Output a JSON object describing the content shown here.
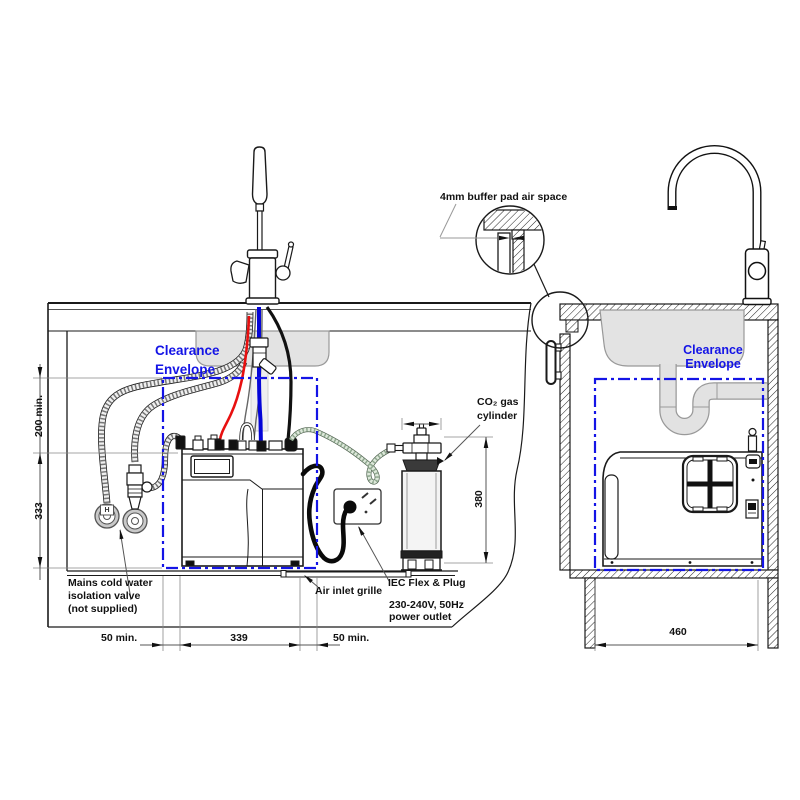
{
  "annotations": {
    "buffer_pad": "4mm buffer pad air space",
    "clearance_front": [
      "Clearance",
      "Envelope"
    ],
    "clearance_side": [
      "Clearance",
      "Envelope"
    ],
    "co2": [
      "CO₂ gas",
      "cylinder"
    ],
    "mains_valve": [
      "Mains cold water",
      "isolation valve",
      "(not supplied)"
    ],
    "air_inlet": "Air inlet grille",
    "iec": "IEC Flex & Plug",
    "power": [
      "230-240V, 50Hz",
      "power outlet"
    ],
    "hot_marker": "H"
  },
  "dimensions": {
    "clearance_above": "200 min.",
    "unit_height": "333",
    "side_left": "50 min.",
    "unit_width": "339",
    "side_right": "50 min.",
    "cylinder_height": "380",
    "cabinet_width": "460"
  },
  "colors": {
    "envelope_blue": "#1414E6",
    "hot_tube_red": "#E81010",
    "cold_tube_blue": "#0505D8",
    "co2_hose_green": "#9DB39A",
    "fixture_gray": "#E3E3E3"
  }
}
